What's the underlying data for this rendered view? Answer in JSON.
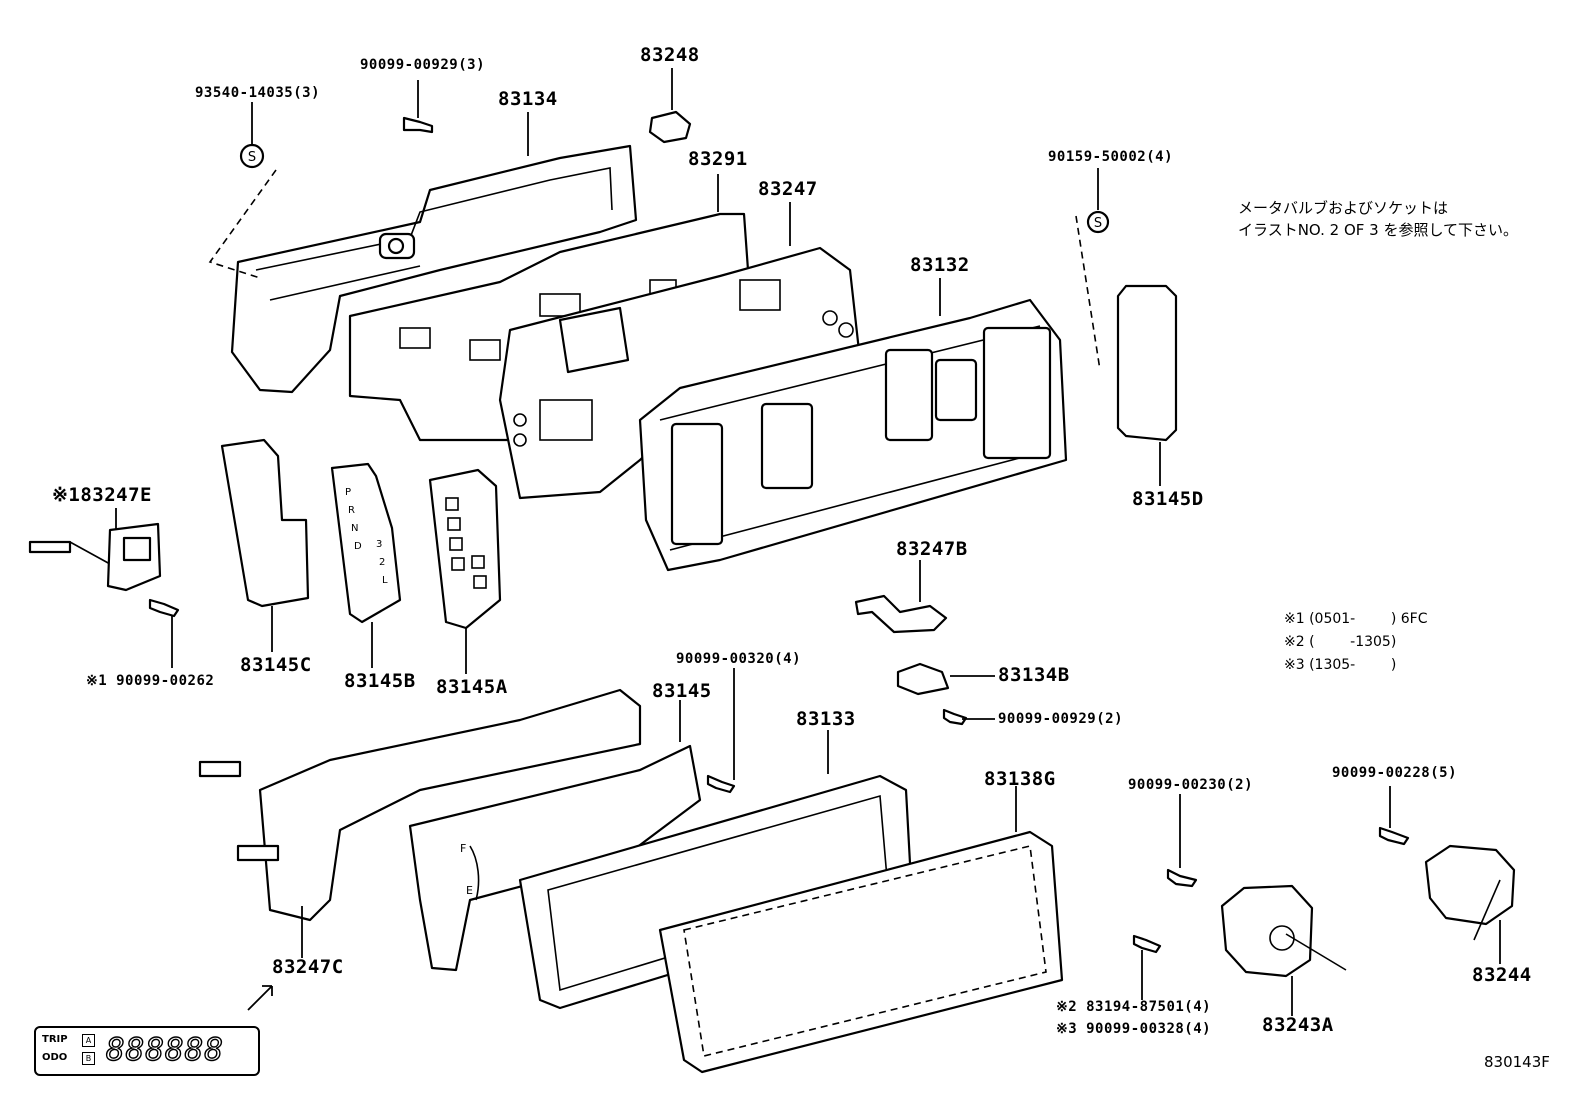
{
  "diagram": {
    "parts": [
      {
        "id": "p_93540",
        "text": "93540-14035(3)"
      },
      {
        "id": "p_90099_929_3",
        "text": "90099-00929(3)"
      },
      {
        "id": "p_83134",
        "text": "83134"
      },
      {
        "id": "p_83248",
        "text": "83248"
      },
      {
        "id": "p_83291",
        "text": "83291"
      },
      {
        "id": "p_83247",
        "text": "83247"
      },
      {
        "id": "p_90159",
        "text": "90159-50002(4)"
      },
      {
        "id": "p_83132",
        "text": "83132"
      },
      {
        "id": "p_83145D",
        "text": "83145D"
      },
      {
        "id": "p_83247E",
        "text": "※183247E"
      },
      {
        "id": "p_90099_262",
        "text": "※1 90099-00262"
      },
      {
        "id": "p_83145C",
        "text": "83145C"
      },
      {
        "id": "p_83145B",
        "text": "83145B"
      },
      {
        "id": "p_83145A",
        "text": "83145A"
      },
      {
        "id": "p_83247B",
        "text": "83247B"
      },
      {
        "id": "p_90099_320",
        "text": "90099-00320(4)"
      },
      {
        "id": "p_83145",
        "text": "83145"
      },
      {
        "id": "p_83134B",
        "text": "83134B"
      },
      {
        "id": "p_90099_929_2",
        "text": "90099-00929(2)"
      },
      {
        "id": "p_83133",
        "text": "83133"
      },
      {
        "id": "p_83138G",
        "text": "83138G"
      },
      {
        "id": "p_90099_228",
        "text": "90099-00228(5)"
      },
      {
        "id": "p_90099_230",
        "text": "90099-00230(2)"
      },
      {
        "id": "p_83247C",
        "text": "83247C"
      },
      {
        "id": "p_83194",
        "text": "※2 83194-87501(4)"
      },
      {
        "id": "p_90099_328",
        "text": "※3 90099-00328(4)"
      },
      {
        "id": "p_83243A",
        "text": "83243A"
      },
      {
        "id": "p_83244",
        "text": "83244"
      }
    ],
    "note_lines": [
      "メータバルブおよびソケットは",
      "イラストNO. 2 OF 3 を参照して下さい。"
    ],
    "variant_notes": [
      "※1 (0501-        ) 6FC",
      "※2 (        -1305)",
      "※3 (1305-        )"
    ],
    "odometer": {
      "trip_label": "TRIP",
      "odo_label": "ODO",
      "a_label": "A",
      "b_label": "B",
      "digits": "888888"
    },
    "shift_letters": [
      "P",
      "R",
      "N",
      "D",
      "3",
      "2",
      "L"
    ],
    "fuel_gauge": {
      "f_label": "F",
      "e_label": "E"
    },
    "illustration_id": "830143F"
  }
}
